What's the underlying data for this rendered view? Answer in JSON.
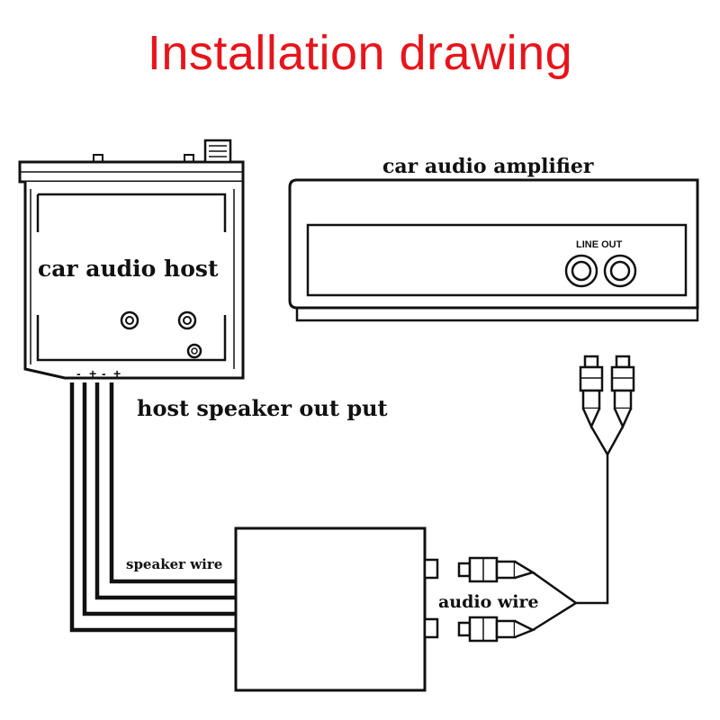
{
  "title": "Installation drawing",
  "labels": {
    "host": "car audio host",
    "amplifier": "car audio amplifier",
    "line_out": "LINE OUT",
    "host_output": "host speaker out put",
    "speaker_wire": "speaker wire",
    "audio_wire": "audio wire",
    "terminal_marks": [
      "-",
      "+",
      "-",
      "+"
    ]
  },
  "colors": {
    "title": "#e8141b",
    "line": "#111111"
  }
}
